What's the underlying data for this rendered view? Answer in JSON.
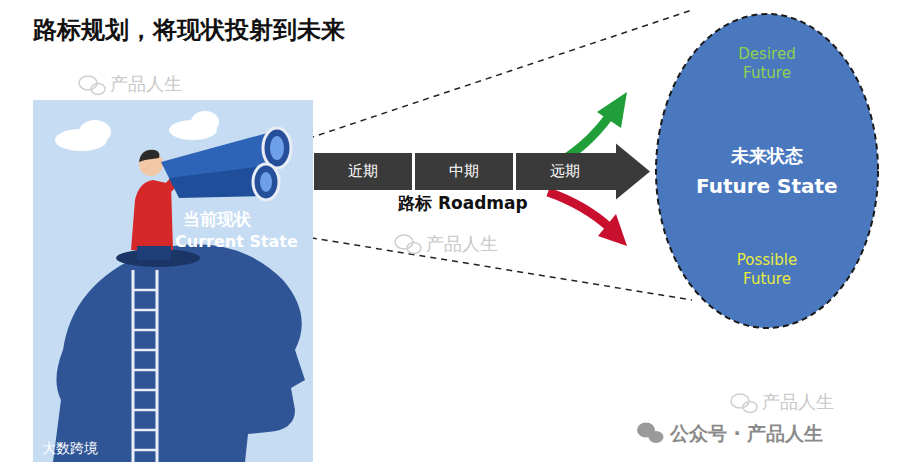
{
  "diagram": {
    "title": "路标规划，将现状投射到未来",
    "nodes": [
      {
        "text": [
          "当前现状",
          "Current State"
        ]
      },
      {
        "text": [
          "近期"
        ]
      },
      {
        "text": [
          "中期"
        ]
      },
      {
        "text": [
          "远期"
        ]
      },
      {
        "text": [
          "Desired Future",
          "未来状态",
          "Future State",
          "Possible Future"
        ]
      }
    ],
    "edges": [
      {
        "from": 3,
        "to": 4,
        "arrow": "to"
      }
    ],
    "labels": [
      "路标 Roadmap",
      "产品人生",
      "产品人生",
      "产品人生",
      "公众号 · 产品人生",
      "大数跨境"
    ]
  }
}
